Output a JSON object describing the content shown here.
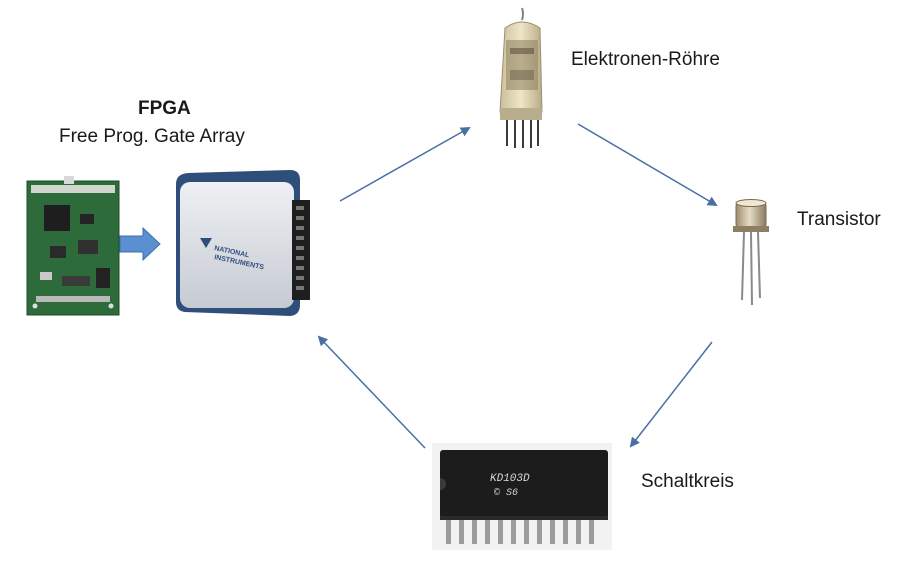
{
  "fpga": {
    "title": "FPGA",
    "subtitle": "Free Prog. Gate Array",
    "device_brand_line1": "NATIONAL",
    "device_brand_line2": "INSTRUMENTS"
  },
  "nodes": {
    "tube_label": "Elektronen-Röhre",
    "transistor_label": "Transistor",
    "ic_label": "Schaltkreis",
    "ic_marking_line1": "KD103D",
    "ic_marking_line2": "© S6"
  },
  "colors": {
    "arrow": "#4a6fa5",
    "block_arrow": "#5b8fd0",
    "pcb": "#2e6b3a",
    "device_body": "#d9dde3",
    "device_accent": "#2f4f7a",
    "chip_body": "#1c1c1c"
  },
  "icons": [
    "pcb-board-icon",
    "block-arrow-icon",
    "daq-device-icon",
    "vacuum-tube-icon",
    "transistor-icon",
    "ic-chip-icon"
  ]
}
